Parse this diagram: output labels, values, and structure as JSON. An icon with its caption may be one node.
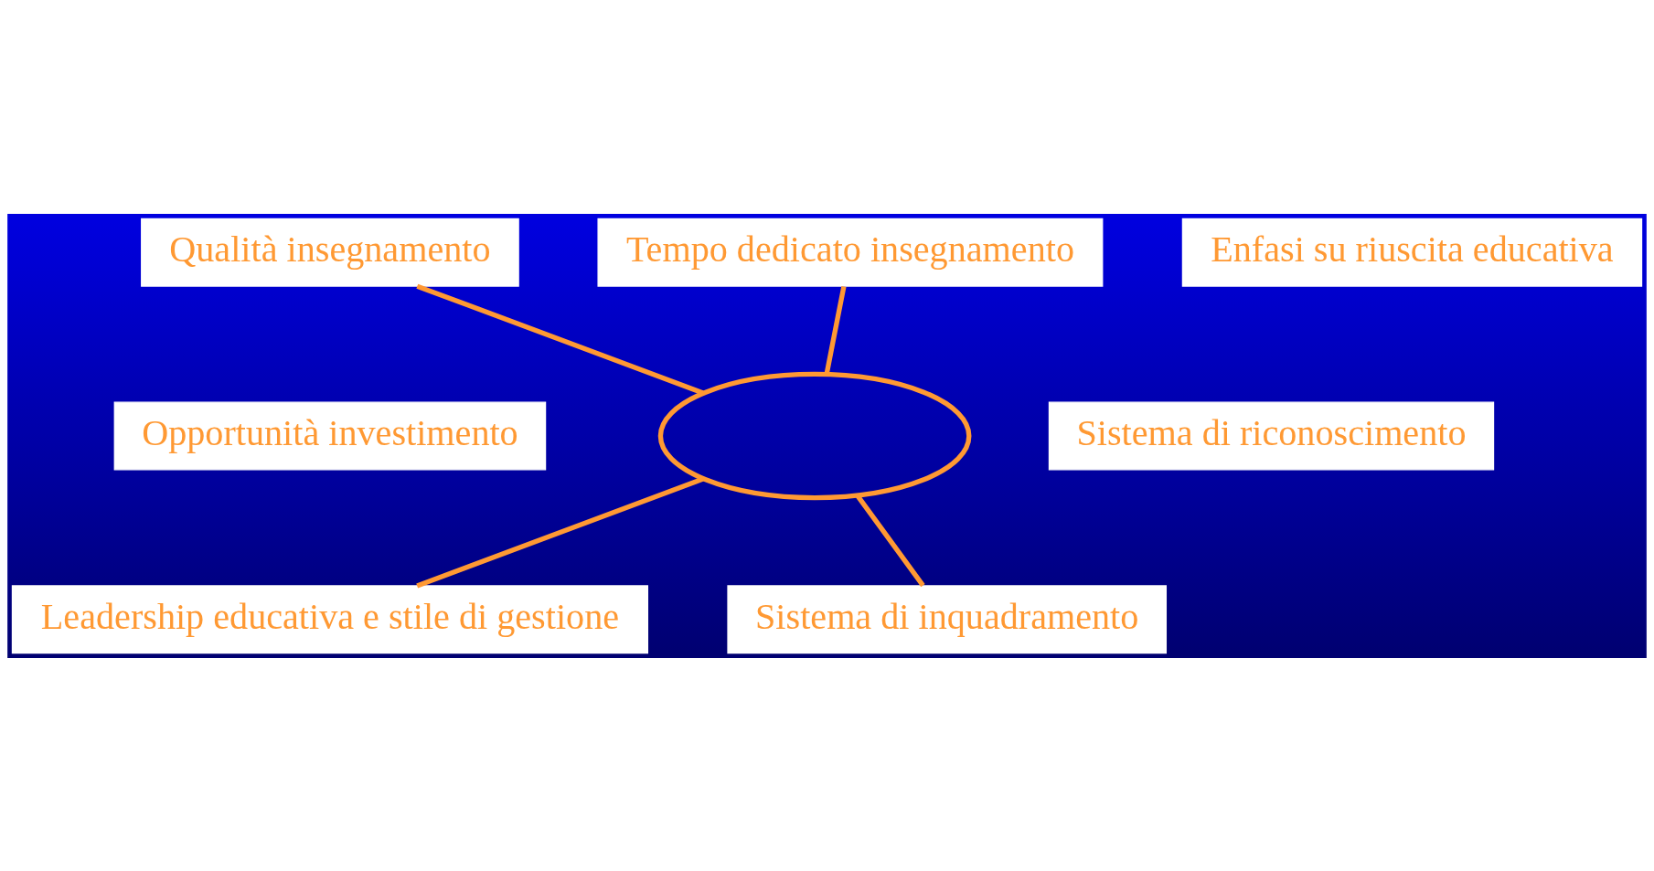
{
  "diagram": {
    "nodes": [
      {
        "text": [
          "Qualità insegnamento"
        ]
      },
      {
        "text": [
          "Enfasi su riuscita educativa"
        ]
      },
      {
        "text": [
          "Tempo dedicato insegnamento"
        ]
      },
      {
        "text": [
          "Opportunità investimento"
        ]
      },
      {
        "text": [],
        "shape": "ellipse"
      },
      {
        "text": [
          "Sistema di riconoscimento"
        ]
      },
      {
        "text": [
          "Leadership educativa e stile di gestione"
        ]
      },
      {
        "text": [
          "Sistema di inquadramento"
        ]
      }
    ],
    "edges": [
      {
        "from": 0,
        "to": 4,
        "arrow": "none"
      },
      {
        "from": 2,
        "to": 4,
        "arrow": "none"
      },
      {
        "from": 6,
        "to": 4,
        "arrow": "none"
      },
      {
        "from": 7,
        "to": 4,
        "arrow": "none"
      }
    ]
  }
}
